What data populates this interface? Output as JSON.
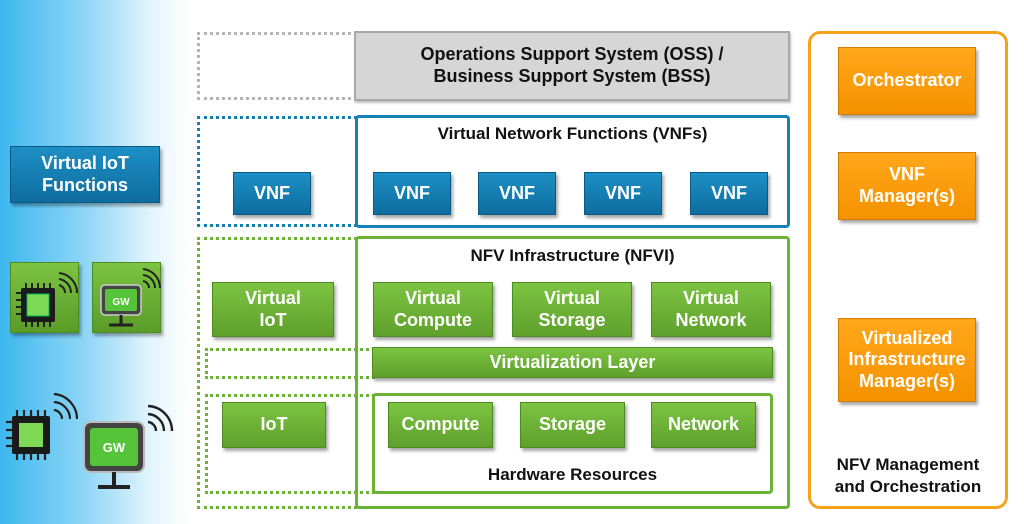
{
  "oss_bss": {
    "line1": "Operations Support System (OSS) /",
    "line2": "Business Support System (BSS)"
  },
  "vnfs": {
    "title": "Virtual Network Functions (VNFs)",
    "items": [
      "VNF",
      "VNF",
      "VNF",
      "VNF"
    ]
  },
  "iot_vnf": {
    "label": "VNF"
  },
  "virtual_iot_functions": {
    "label": "Virtual IoT\nFunctions"
  },
  "nfvi": {
    "title": "NFV Infrastructure (NFVI)",
    "virtual_compute": "Virtual\nCompute",
    "virtual_storage": "Virtual\nStorage",
    "virtual_network": "Virtual\nNetwork",
    "virtualization_layer": "Virtualization Layer",
    "hardware_title": "Hardware Resources",
    "compute": "Compute",
    "storage": "Storage",
    "network": "Network"
  },
  "iot_side": {
    "virtual_iot": "Virtual\nIoT",
    "iot": "IoT"
  },
  "mano": {
    "orchestrator": "Orchestrator",
    "vnf_manager": "VNF\nManager(s)",
    "vim": "Virtualized\nInfrastructure\nManager(s)",
    "title": "NFV Management\nand Orchestration"
  },
  "icons": {
    "gw_label": "GW",
    "chip": "chip-icon",
    "gateway": "gateway-icon"
  },
  "colors": {
    "blue": "#0e7bb3",
    "green": "#6ab335",
    "orange": "#f79a0f",
    "gray": "#d6d6d6"
  }
}
